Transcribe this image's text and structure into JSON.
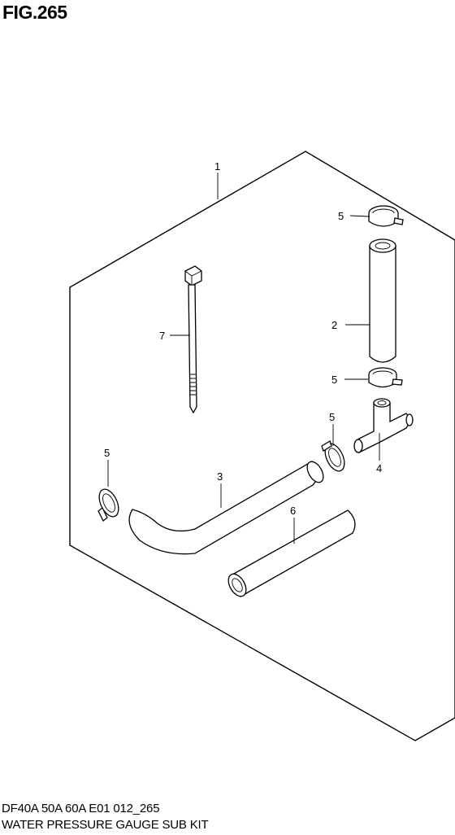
{
  "figure": {
    "title": "FIG.265"
  },
  "footer": {
    "model": "DF40A 50A 60A E01 012_265",
    "kit_name": "WATER PRESSURE GAUGE SUB KIT"
  },
  "callouts": [
    {
      "id": "kit",
      "label": "1"
    },
    {
      "id": "hose-straight",
      "label": "2"
    },
    {
      "id": "hose-bent",
      "label": "3"
    },
    {
      "id": "t-joint",
      "label": "4"
    },
    {
      "id": "clamp-top",
      "label": "5"
    },
    {
      "id": "clamp-mid",
      "label": "5"
    },
    {
      "id": "clamp-right",
      "label": "5"
    },
    {
      "id": "clamp-left",
      "label": "5"
    },
    {
      "id": "hose-short",
      "label": "6"
    },
    {
      "id": "cable-tie",
      "label": "7"
    }
  ]
}
